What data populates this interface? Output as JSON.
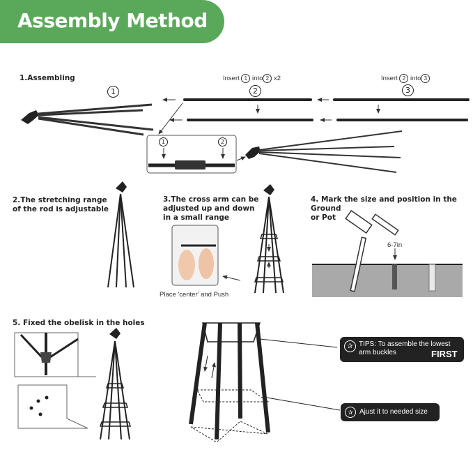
{
  "banner": {
    "title": "Assembly Method",
    "color": "#5aa95a"
  },
  "step1": {
    "label": "1.Assembling",
    "circle1": "1",
    "circle2": "2",
    "circle3": "3",
    "insert2_prefix": "Insert",
    "insert2_a": "1",
    "insert2_mid": "into",
    "insert2_b": "2",
    "insert2_suffix": "x2",
    "insert3_prefix": "Insert",
    "insert3_a": "2",
    "insert3_mid": "into",
    "insert3_b": "3",
    "detail_a": "1",
    "detail_b": "2"
  },
  "step2": {
    "line1": "2.The stretching range",
    "line2": "of the rod is adjustable"
  },
  "step3": {
    "line1": "3.The cross arm can be",
    "line2": "adjusted up and down",
    "line3": "in a small range",
    "caption": "Place 'center' and Push"
  },
  "step4": {
    "line1": "4. Mark the size and position in the Ground",
    "line2": "or Pot",
    "measure": "6-7in"
  },
  "step5": {
    "label": "5. Fixed the obelisk in the holes"
  },
  "tips": {
    "tip1_prefix": "TIPS:",
    "tip1_text": "To assemble the lowest",
    "tip1_line2": "arm buckles",
    "tip1_emph": "FIRST",
    "tip2_text": "Ajust it to needed size"
  }
}
